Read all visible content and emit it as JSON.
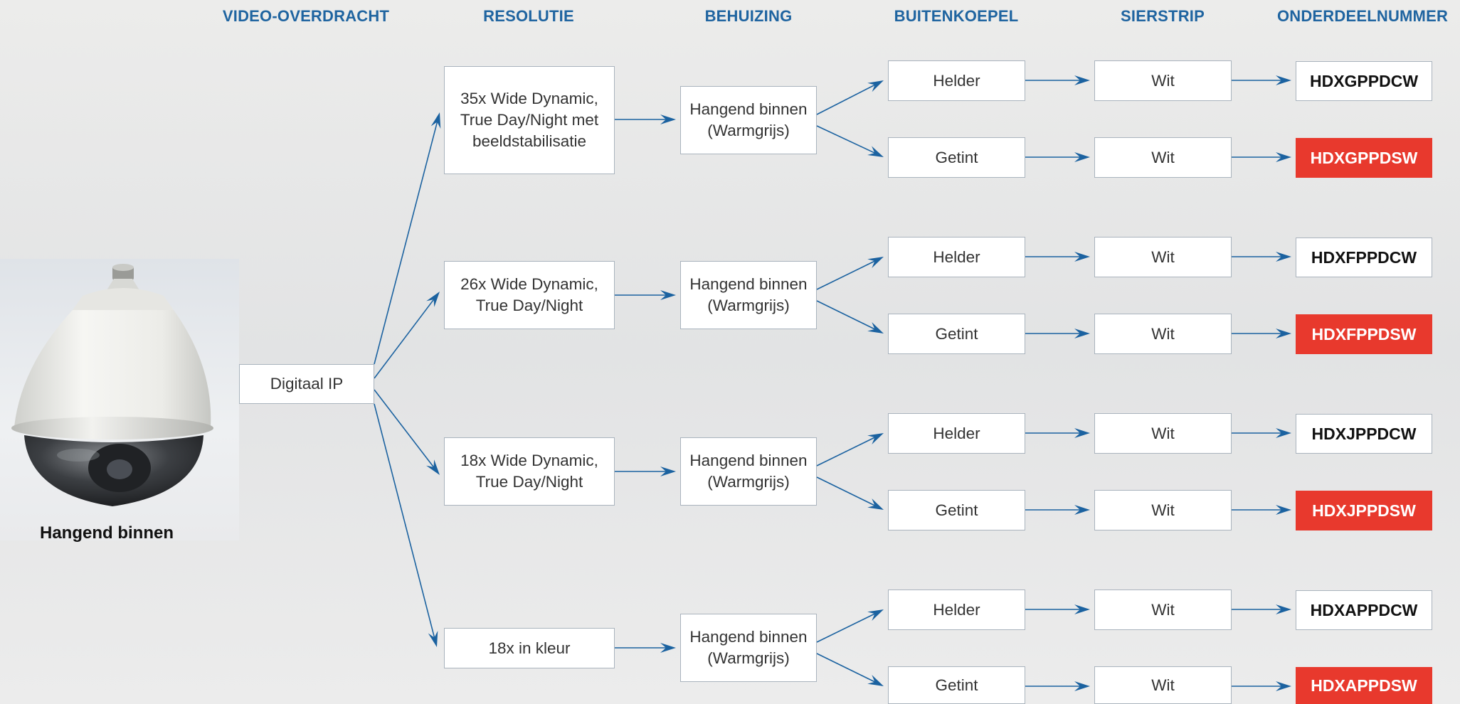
{
  "headers": {
    "video": "VIDEO-OVERDRACHT",
    "resolution": "RESOLUTIE",
    "housing": "BEHUIZING",
    "dome": "BUITENKOEPEL",
    "trim": "SIERSTRIP",
    "part": "ONDERDEELNUMMER"
  },
  "camera": {
    "caption": "Hangend binnen",
    "icon": "dome-camera-icon"
  },
  "transmission": "Digitaal IP",
  "branches": [
    {
      "resolution": "35x Wide Dynamic,\nTrue Day/Night met\nbeeldstabilisatie",
      "housing": "Hangend binnen\n(Warmgrijs)",
      "options": [
        {
          "dome": "Helder",
          "trim": "Wit",
          "part": "HDXGPPDCW",
          "highlight": false
        },
        {
          "dome": "Getint",
          "trim": "Wit",
          "part": "HDXGPPDSW",
          "highlight": true
        }
      ]
    },
    {
      "resolution": "26x Wide Dynamic,\nTrue Day/Night",
      "housing": "Hangend binnen\n(Warmgrijs)",
      "options": [
        {
          "dome": "Helder",
          "trim": "Wit",
          "part": "HDXFPPDCW",
          "highlight": false
        },
        {
          "dome": "Getint",
          "trim": "Wit",
          "part": "HDXFPPDSW",
          "highlight": true
        }
      ]
    },
    {
      "resolution": "18x Wide Dynamic,\nTrue Day/Night",
      "housing": "Hangend binnen\n(Warmgrijs)",
      "options": [
        {
          "dome": "Helder",
          "trim": "Wit",
          "part": "HDXJPPDCW",
          "highlight": false
        },
        {
          "dome": "Getint",
          "trim": "Wit",
          "part": "HDXJPPDSW",
          "highlight": true
        }
      ]
    },
    {
      "resolution": "18x in kleur",
      "housing": "Hangend binnen\n(Warmgrijs)",
      "options": [
        {
          "dome": "Helder",
          "trim": "Wit",
          "part": "HDXAPPDCW",
          "highlight": false
        },
        {
          "dome": "Getint",
          "trim": "Wit",
          "part": "HDXAPPDSW",
          "highlight": true
        }
      ]
    }
  ],
  "colors": {
    "header_blue": "#1f64a0",
    "arrow_blue": "#1b62a0",
    "highlight_red": "#e8392d",
    "box_border": "#a9b3bd"
  }
}
